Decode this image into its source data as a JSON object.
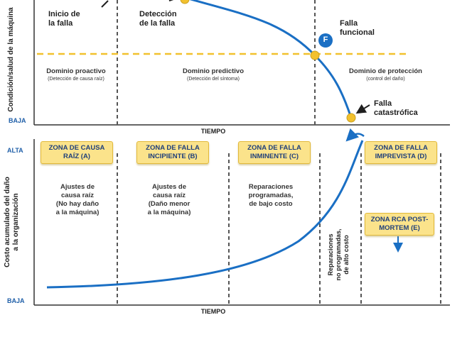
{
  "top_panel": {
    "y_axis_label": "Condición/salud de la máquina",
    "y_low": "BAJA",
    "x_axis_label": "TIEMPO",
    "failure_start": "Inicio de\nla falla",
    "detection": "Detección\nde la falla",
    "functional_failure": "Falla\nfuncional",
    "functional_badge": "F",
    "catastrophic_failure": "Falla\ncatastrófica",
    "domains": [
      {
        "title": "Dominio proactivo",
        "sub": "(Detección de causa raíz)"
      },
      {
        "title": "Dominio predictivo",
        "sub": "(Detección del síntoma)"
      },
      {
        "title": "Dominio de protección",
        "sub": "(control del daño)"
      }
    ]
  },
  "bottom_panel": {
    "y_high": "ALTA",
    "y_low": "BAJA",
    "y_axis_label": "Costo acumulado del daño\na la organización",
    "x_axis_label": "TIEMPO",
    "zones": [
      {
        "label": "ZONA DE CAUSA\nRAÍZ (A)",
        "desc": "Ajustes de\ncausa raíz\n(No hay daño\na la máquina)"
      },
      {
        "label": "ZONA DE FALLA\nINCIPIENTE (B)",
        "desc": "Ajustes de\ncausa raíz\n(Daño menor\na la máquina)"
      },
      {
        "label": "ZONA DE FALLA\nINMINENTE (C)",
        "desc": "Reparaciones\nprogramadas,\nde bajo costo"
      },
      {
        "label": "ZONA DE FALLA\nIMPREVISTA (D)",
        "desc": ""
      }
    ],
    "unscheduled_repairs": "Reparaciones\nno programadas,\nde alto costo",
    "rca_zone": "ZONA RCA POST-\nMORTEM (E)"
  }
}
